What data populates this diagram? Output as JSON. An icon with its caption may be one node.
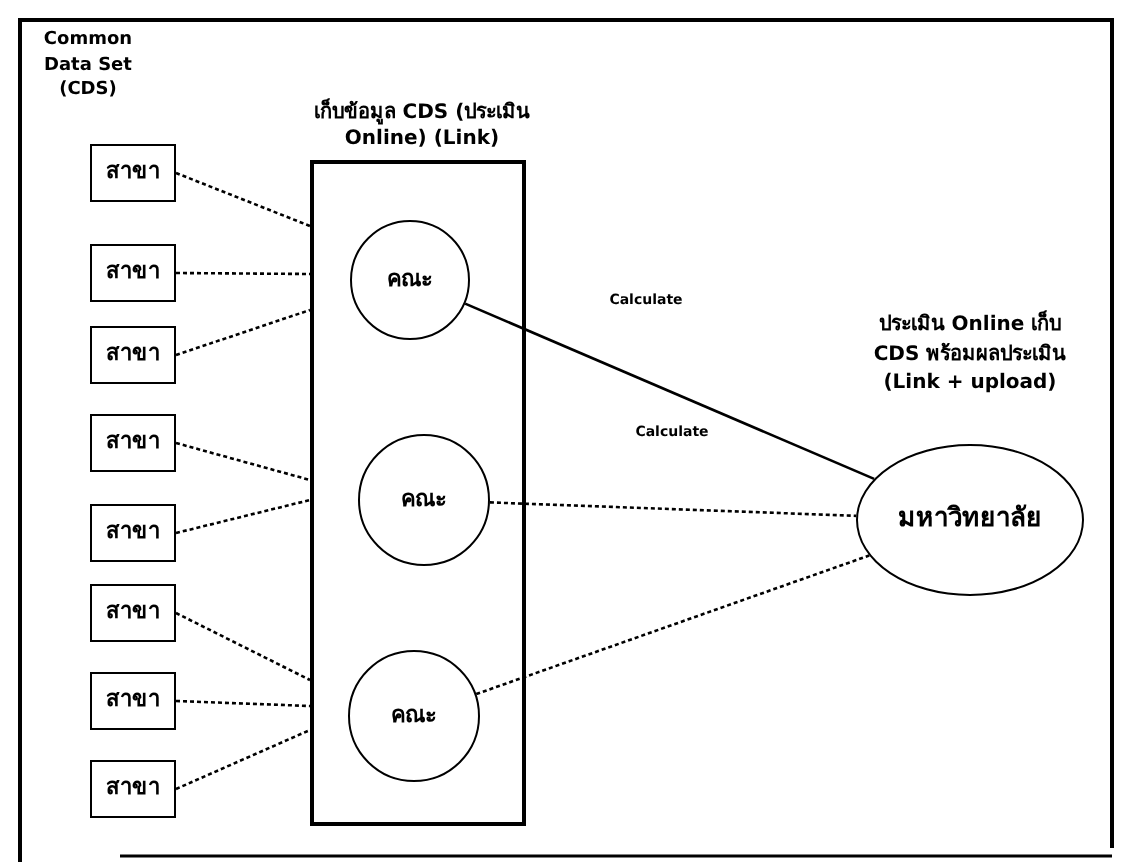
{
  "diagram": {
    "nodes": [
      {
        "text": [
          "เก็บข้อมูล CDS (ประเมิน Online) (Link)"
        ]
      },
      {
        "text": [
          "คณะ"
        ],
        "in": 0
      },
      {
        "text": [
          "คณะ"
        ],
        "in": 0
      },
      {
        "text": [
          "คณะ"
        ],
        "in": 0
      },
      {
        "text": [
          "สาขา"
        ]
      },
      {
        "text": [
          "สาขา"
        ]
      },
      {
        "text": [
          "สาขา"
        ]
      },
      {
        "text": [
          "สาขา"
        ]
      },
      {
        "text": [
          "สาขา"
        ]
      },
      {
        "text": [
          "สาขา"
        ]
      },
      {
        "text": [
          "สาขา"
        ]
      },
      {
        "text": [
          "สาขา"
        ]
      },
      {
        "text": [
          "มหาวิทยาลัย"
        ],
        "beside": [
          "ประเมิน Online เก็บ CDS พร้อมผลประเมิน (Link + upload)"
        ]
      }
    ],
    "edges": [
      {
        "from": 4,
        "to": 0,
        "arrow": "none",
        "style": "dashed"
      },
      {
        "from": 5,
        "to": 0,
        "arrow": "none",
        "style": "dashed"
      },
      {
        "from": 6,
        "to": 0,
        "arrow": "none",
        "style": "dashed"
      },
      {
        "from": 7,
        "to": 0,
        "arrow": "none",
        "style": "dashed"
      },
      {
        "from": 8,
        "to": 0,
        "arrow": "none",
        "style": "dashed"
      },
      {
        "from": 9,
        "to": 0,
        "arrow": "none",
        "style": "dashed"
      },
      {
        "from": 10,
        "to": 0,
        "arrow": "none",
        "style": "dashed"
      },
      {
        "from": 11,
        "to": 0,
        "arrow": "none",
        "style": "dashed"
      },
      {
        "from": 1,
        "to": 12,
        "arrow": "none"
      },
      {
        "from": 2,
        "to": 12,
        "arrow": "none",
        "style": "dashed"
      },
      {
        "from": 3,
        "to": 12,
        "arrow": "none",
        "style": "dashed"
      }
    ],
    "labels": [
      "Common Data Set (CDS)",
      "Calculate",
      "Calculate"
    ]
  }
}
